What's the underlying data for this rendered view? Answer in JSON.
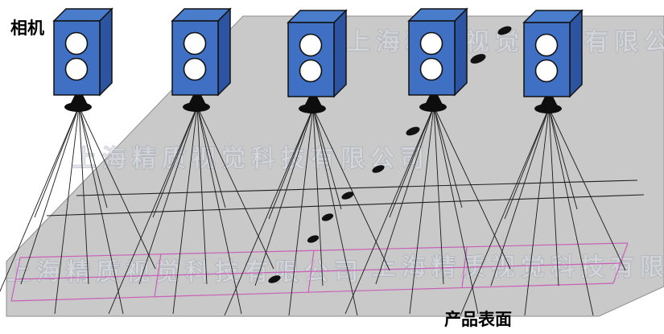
{
  "labels": {
    "camera": "相机",
    "surface": "产品表面"
  },
  "watermark": {
    "text": "上海精质视觉科技有限公司"
  },
  "colors": {
    "camera_front": "#4070c4",
    "camera_top": "#4a7ccc",
    "camera_side": "#2d54a0",
    "surface_gray": "#c9c9c9",
    "stripe_pink": "#c95fb8",
    "line_black": "#1a1a1a"
  },
  "diagram": {
    "camera_count": 5,
    "description_items": [
      "camera",
      "projection-lines",
      "scan-bands",
      "trajectory-dots",
      "product-surface"
    ]
  }
}
